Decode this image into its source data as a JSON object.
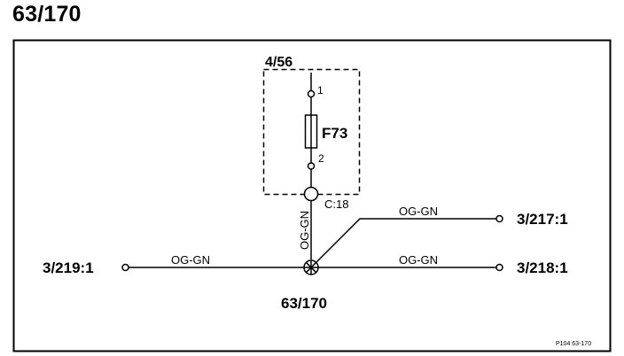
{
  "page_title": "63/170",
  "fuse_box": {
    "label": "4/56",
    "fuse_name": "F73",
    "pin_top": "1",
    "pin_bottom": "2"
  },
  "connector_label": "C:18",
  "splice_label": "63/170",
  "wires": [
    {
      "color_code": "OG-GN"
    },
    {
      "color_code": "OG-GN"
    },
    {
      "color_code": "OG-GN"
    },
    {
      "color_code": "OG-GN"
    }
  ],
  "terminals": {
    "right_top": "3/217:1",
    "right_bottom": "3/218:1",
    "left": "3/219:1"
  },
  "footer_ref": "P104 63-170",
  "colors": {
    "line": "#000000",
    "background": "#ffffff"
  }
}
